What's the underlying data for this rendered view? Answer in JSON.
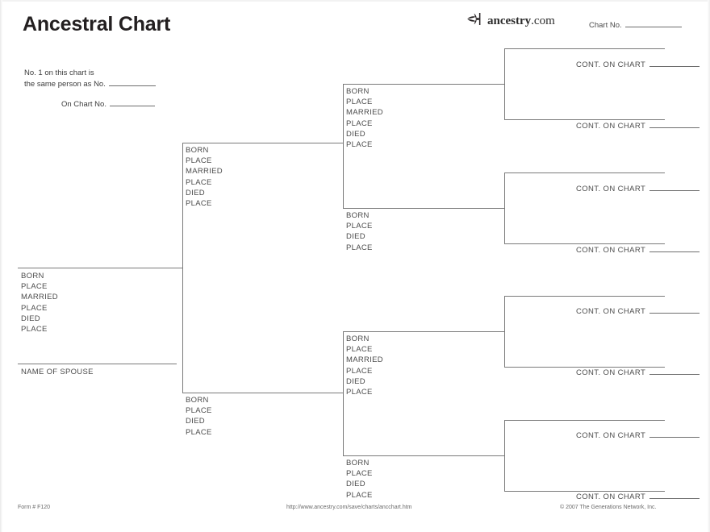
{
  "document": {
    "title": "Ancestral Chart",
    "form_number": "Form # F120",
    "url": "http://www.ancestry.com/save/charts/ancchart.htm",
    "copyright": "© 2007 The Generations Network, Inc."
  },
  "brand": {
    "logo_icon": "ancestry-leaf-icon",
    "name_bold": "ancestry",
    "name_light": ".com"
  },
  "header": {
    "chart_no_label": "Chart No.",
    "chart_no_value": "",
    "self_ref_line1": "No. 1 on this chart is",
    "self_ref_line2": "the same person as No.",
    "self_ref_value": "",
    "on_chart_label": "On Chart No.",
    "on_chart_value": ""
  },
  "labels": {
    "born": "BORN",
    "place": "PLACE",
    "married": "MARRIED",
    "died": "DIED",
    "name_of_spouse": "NAME OF SPOUSE",
    "cont_on_chart": "CONT. ON CHART"
  },
  "chart_data": {
    "type": "diagram",
    "diagram_kind": "pedigree-ancestral-chart",
    "generations": 4,
    "generation_1": {
      "position": "self",
      "name_value": "",
      "fields": [
        "BORN",
        "PLACE",
        "MARRIED",
        "PLACE",
        "DIED",
        "PLACE"
      ],
      "spouse_label": "NAME OF SPOUSE",
      "spouse_value": ""
    },
    "generation_2": [
      {
        "slot": 2,
        "relation": "father",
        "name_value": "",
        "fields": [
          "BORN",
          "PLACE",
          "MARRIED",
          "PLACE",
          "DIED",
          "PLACE"
        ]
      },
      {
        "slot": 3,
        "relation": "mother",
        "name_value": "",
        "fields": [
          "BORN",
          "PLACE",
          "DIED",
          "PLACE"
        ]
      }
    ],
    "generation_3": [
      {
        "slot": 4,
        "relation": "paternal grandfather",
        "name_value": "",
        "fields": [
          "BORN",
          "PLACE",
          "MARRIED",
          "PLACE",
          "DIED",
          "PLACE"
        ]
      },
      {
        "slot": 5,
        "relation": "paternal grandmother",
        "name_value": "",
        "fields": [
          "BORN",
          "PLACE",
          "DIED",
          "PLACE"
        ]
      },
      {
        "slot": 6,
        "relation": "maternal grandfather",
        "name_value": "",
        "fields": [
          "BORN",
          "PLACE",
          "MARRIED",
          "PLACE",
          "DIED",
          "PLACE"
        ]
      },
      {
        "slot": 7,
        "relation": "maternal grandmother",
        "name_value": "",
        "fields": [
          "BORN",
          "PLACE",
          "DIED",
          "PLACE"
        ]
      }
    ],
    "generation_4": [
      {
        "slot": 8,
        "label": "CONT. ON CHART",
        "value": ""
      },
      {
        "slot": 9,
        "label": "CONT. ON CHART",
        "value": ""
      },
      {
        "slot": 10,
        "label": "CONT. ON CHART",
        "value": ""
      },
      {
        "slot": 11,
        "label": "CONT. ON CHART",
        "value": ""
      },
      {
        "slot": 12,
        "label": "CONT. ON CHART",
        "value": ""
      },
      {
        "slot": 13,
        "label": "CONT. ON CHART",
        "value": ""
      },
      {
        "slot": 14,
        "label": "CONT. ON CHART",
        "value": ""
      },
      {
        "slot": 15,
        "label": "CONT. ON CHART",
        "value": ""
      }
    ],
    "colors": {
      "rule": "#7a7a7a",
      "text": "#4c4c4c",
      "title": "#231f20",
      "paper": "#ffffff"
    }
  }
}
